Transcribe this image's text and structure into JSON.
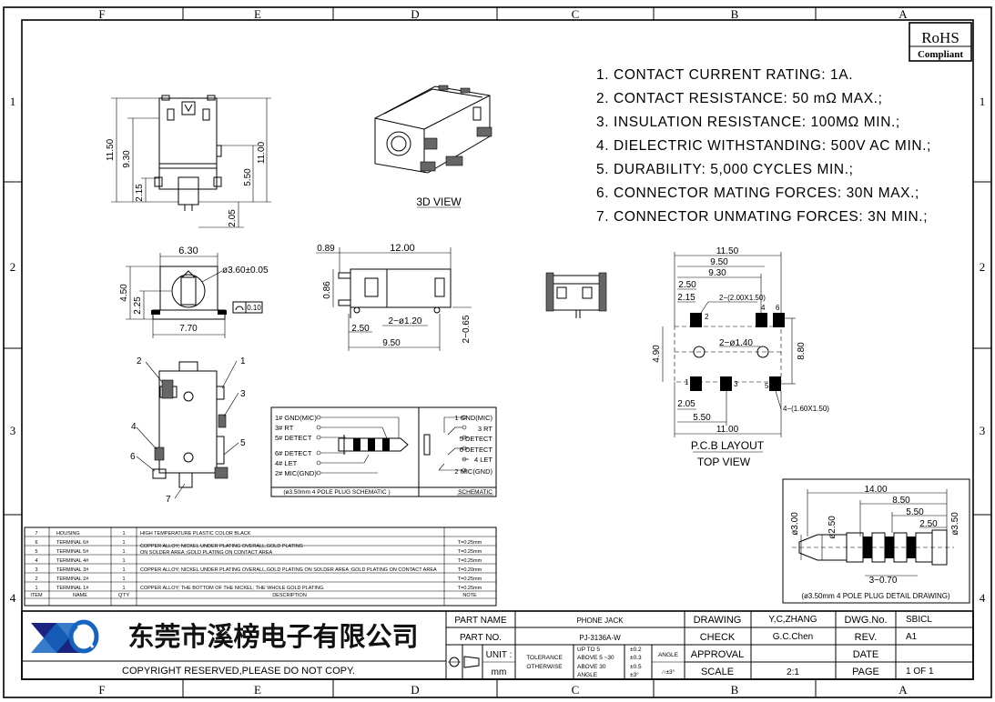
{
  "zones": {
    "columns": [
      "F",
      "E",
      "D",
      "C",
      "B",
      "A"
    ],
    "rows": [
      "1",
      "2",
      "3",
      "4"
    ]
  },
  "rohs": {
    "line1": "RoHS",
    "line2": "Compliant"
  },
  "specs": [
    "1. CONTACT CURRENT RATING: 1A.",
    "2. CONTACT RESISTANCE: 50 mΩ MAX.;",
    "3. INSULATION RESISTANCE: 100MΩ MIN.;",
    "4. DIELECTRIC WITHSTANDING: 500V AC MIN.;",
    "5. DURABILITY: 5,000 CYCLES MIN.;",
    "6. CONNECTOR MATING FORCES: 30N MAX.;",
    "7. CONNECTOR UNMATING FORCES: 3N MIN.;"
  ],
  "views": {
    "view3d_label": "3D VIEW",
    "pcb_label": "P.C.B LAYOUT",
    "top_view_label": "TOP VIEW",
    "plug_schematic_label": "(ø3.50mm 4 POLE PLUG SCHEMATIC )",
    "schematic_label": "SCHEMATIC",
    "plug_detail_label": "(ø3.50mm 4 POLE PLUG DETAIL DRAWING)"
  },
  "dims": {
    "front_h1": "11.50",
    "front_h2": "9.30",
    "front_h3": "2.15",
    "front_h4": "11.00",
    "front_h5": "5.50",
    "front_h6": "2.05",
    "side_w1": "6.30",
    "side_dia": "ø3.60±0.05",
    "side_h1": "4.50",
    "side_h2": "2.25",
    "side_w2": "7.70",
    "flat": "0.10",
    "top_a": "0.89",
    "top_w": "12.00",
    "top_h": "0.86",
    "top_b": "2.50",
    "top_c": "2−ø1.20",
    "top_d": "9.50",
    "top_e": "2−0.65",
    "pcb_w1": "11.50",
    "pcb_w2": "9.50",
    "pcb_w3": "9.30",
    "pcb_a": "2.50",
    "pcb_b": "2.15",
    "pcb_pad1": "2−(2.00X1.50)",
    "pcb_hole": "2−ø1.40",
    "pcb_h1": "4.90",
    "pcb_h2": "8.80",
    "pcb_c": "2.05",
    "pcb_d": "5.50",
    "pcb_e": "11.00",
    "pcb_pad2": "4−(1.60X1.50)",
    "plug_l": "14.00",
    "plug_a": "8.50",
    "plug_b": "5.50",
    "plug_c": "2.50",
    "plug_d1": "ø3.00",
    "plug_d2": "ø2.50",
    "plug_d3": "ø3.50",
    "plug_e": "3−0.70"
  },
  "pins": {
    "left": [
      "1# GND(MIC)",
      "3# RT",
      "5# DETECT",
      "6# DETECT",
      "4# LET",
      "2# MIC(GND)"
    ],
    "right": [
      "1 GND(MIC)",
      "3 RT",
      "5 DETECT",
      "6 DETECT",
      "4 LET",
      "2 MIC(GND)"
    ],
    "pcb_pins": [
      "1",
      "2",
      "3",
      "4",
      "5",
      "6"
    ],
    "side_pins": [
      "1",
      "2",
      "3",
      "4",
      "5",
      "6",
      "7"
    ]
  },
  "bom": {
    "rows": [
      {
        "no": "7",
        "name": "HOUSING",
        "qty": "1",
        "desc": "HIGH TEMPERATURE PLASTIC  COLOR BLACK",
        "note": ""
      },
      {
        "no": "6",
        "name": "TERMINAL 6#",
        "qty": "1",
        "desc": "COPPER ALLOY; NICKEL UNDER PLATING OVERALL,GOLD PLATING",
        "note": "T=0.25mm"
      },
      {
        "no": "5",
        "name": "TERMINAL 5#",
        "qty": "1",
        "desc": "ON SOLDER AREA ;GOLD PLATING ON CONTACT AREA",
        "note": "T=0.25mm"
      },
      {
        "no": "4",
        "name": "TERMINAL 4#",
        "qty": "1",
        "desc": "",
        "note": "T=0.25mm"
      },
      {
        "no": "3",
        "name": "TERMINAL 3#",
        "qty": "1",
        "desc": "COPPER ALLOY; NICKEL UNDER PLATING OVERALL,GOLD PLATING ON SOLDER AREA ;GOLD PLATING ON CONTACT AREA",
        "note": "T=0.20mm"
      },
      {
        "no": "2",
        "name": "TERMINAL 2#",
        "qty": "1",
        "desc": "",
        "note": "T=0.25mm"
      },
      {
        "no": "1",
        "name": "TERMINAL 1#",
        "qty": "1",
        "desc": "COPPER ALLOY; THE BOTTOM OF THE NICKEL; THE WHOLE GOLD PLATING.",
        "note": "T=0.25mm"
      }
    ],
    "headers": {
      "item": "ITEM",
      "name": "NAME",
      "qty": "Q'TY",
      "desc": "DESCRIPTION",
      "note": "NOTE"
    }
  },
  "title_block": {
    "company": "东莞市溪榜电子有限公司",
    "copyright": "COPYRIGHT RESERVED,PLEASE DO NOT COPY.",
    "part_name_label": "PART NAME",
    "part_name": "PHONE JACK",
    "part_no_label": "PART NO.",
    "part_no": "PJ-3136A-W",
    "unit_label": "UNIT :",
    "unit": "mm",
    "tolerance_label": "TOLERANCE",
    "otherwise_label": "OTHERWISE",
    "tol_rows": [
      {
        "range": "UP TO 5",
        "val": "±0.2"
      },
      {
        "range": "ABOVE 5 ~30",
        "val": "±0.3"
      },
      {
        "range": "ABOVE 30",
        "val": "±0.5"
      }
    ],
    "angle_label": "ANGLE",
    "angle_val": "±3°",
    "angle_head": "ANGLE",
    "angle_head_val": "∩±3°",
    "drawing_label": "DRAWING",
    "drawing_by": "Y,C,ZHANG",
    "check_label": "CHECK",
    "check_by": "G.C.Chen",
    "approval_label": "APPROVAL",
    "scale_label": "SCALE",
    "scale": "2:1",
    "dwg_no_label": "DWG.No.",
    "dwg_no": "SBICL",
    "rev_label": "REV.",
    "rev": "A1",
    "date_label": "DATE",
    "date": "",
    "page_label": "PAGE",
    "page": "1  OF  1"
  }
}
